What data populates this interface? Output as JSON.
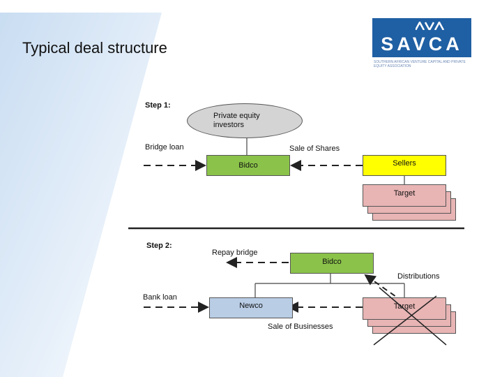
{
  "slide": {
    "title": "Typical deal structure"
  },
  "logo": {
    "wordmark": "SAVCA",
    "tagline": "SOUTHERN AFRICAN VENTURE CAPITAL AND PRIVATE EQUITY ASSOCIATION",
    "color": "#1f5fa3"
  },
  "step1": {
    "label": "Step 1:",
    "investors": "Private equity investors",
    "bridge_loan": "Bridge loan",
    "sale_of_shares": "Sale of Shares",
    "bidco": "Bidco",
    "sellers": "Sellers",
    "target": "Target"
  },
  "step2": {
    "label": "Step 2:",
    "repay_bridge": "Repay bridge",
    "bidco": "Bidco",
    "distributions": "Distributions",
    "bank_loan": "Bank loan",
    "newco": "Newco",
    "target": "Target",
    "sale_of_businesses": "Sale of Businesses"
  },
  "colors": {
    "bidco": "#8bc34a",
    "sellers": "#ffff00",
    "target": "#e8b4b4",
    "newco": "#b9cde5",
    "investors": "#d4d4d4"
  }
}
